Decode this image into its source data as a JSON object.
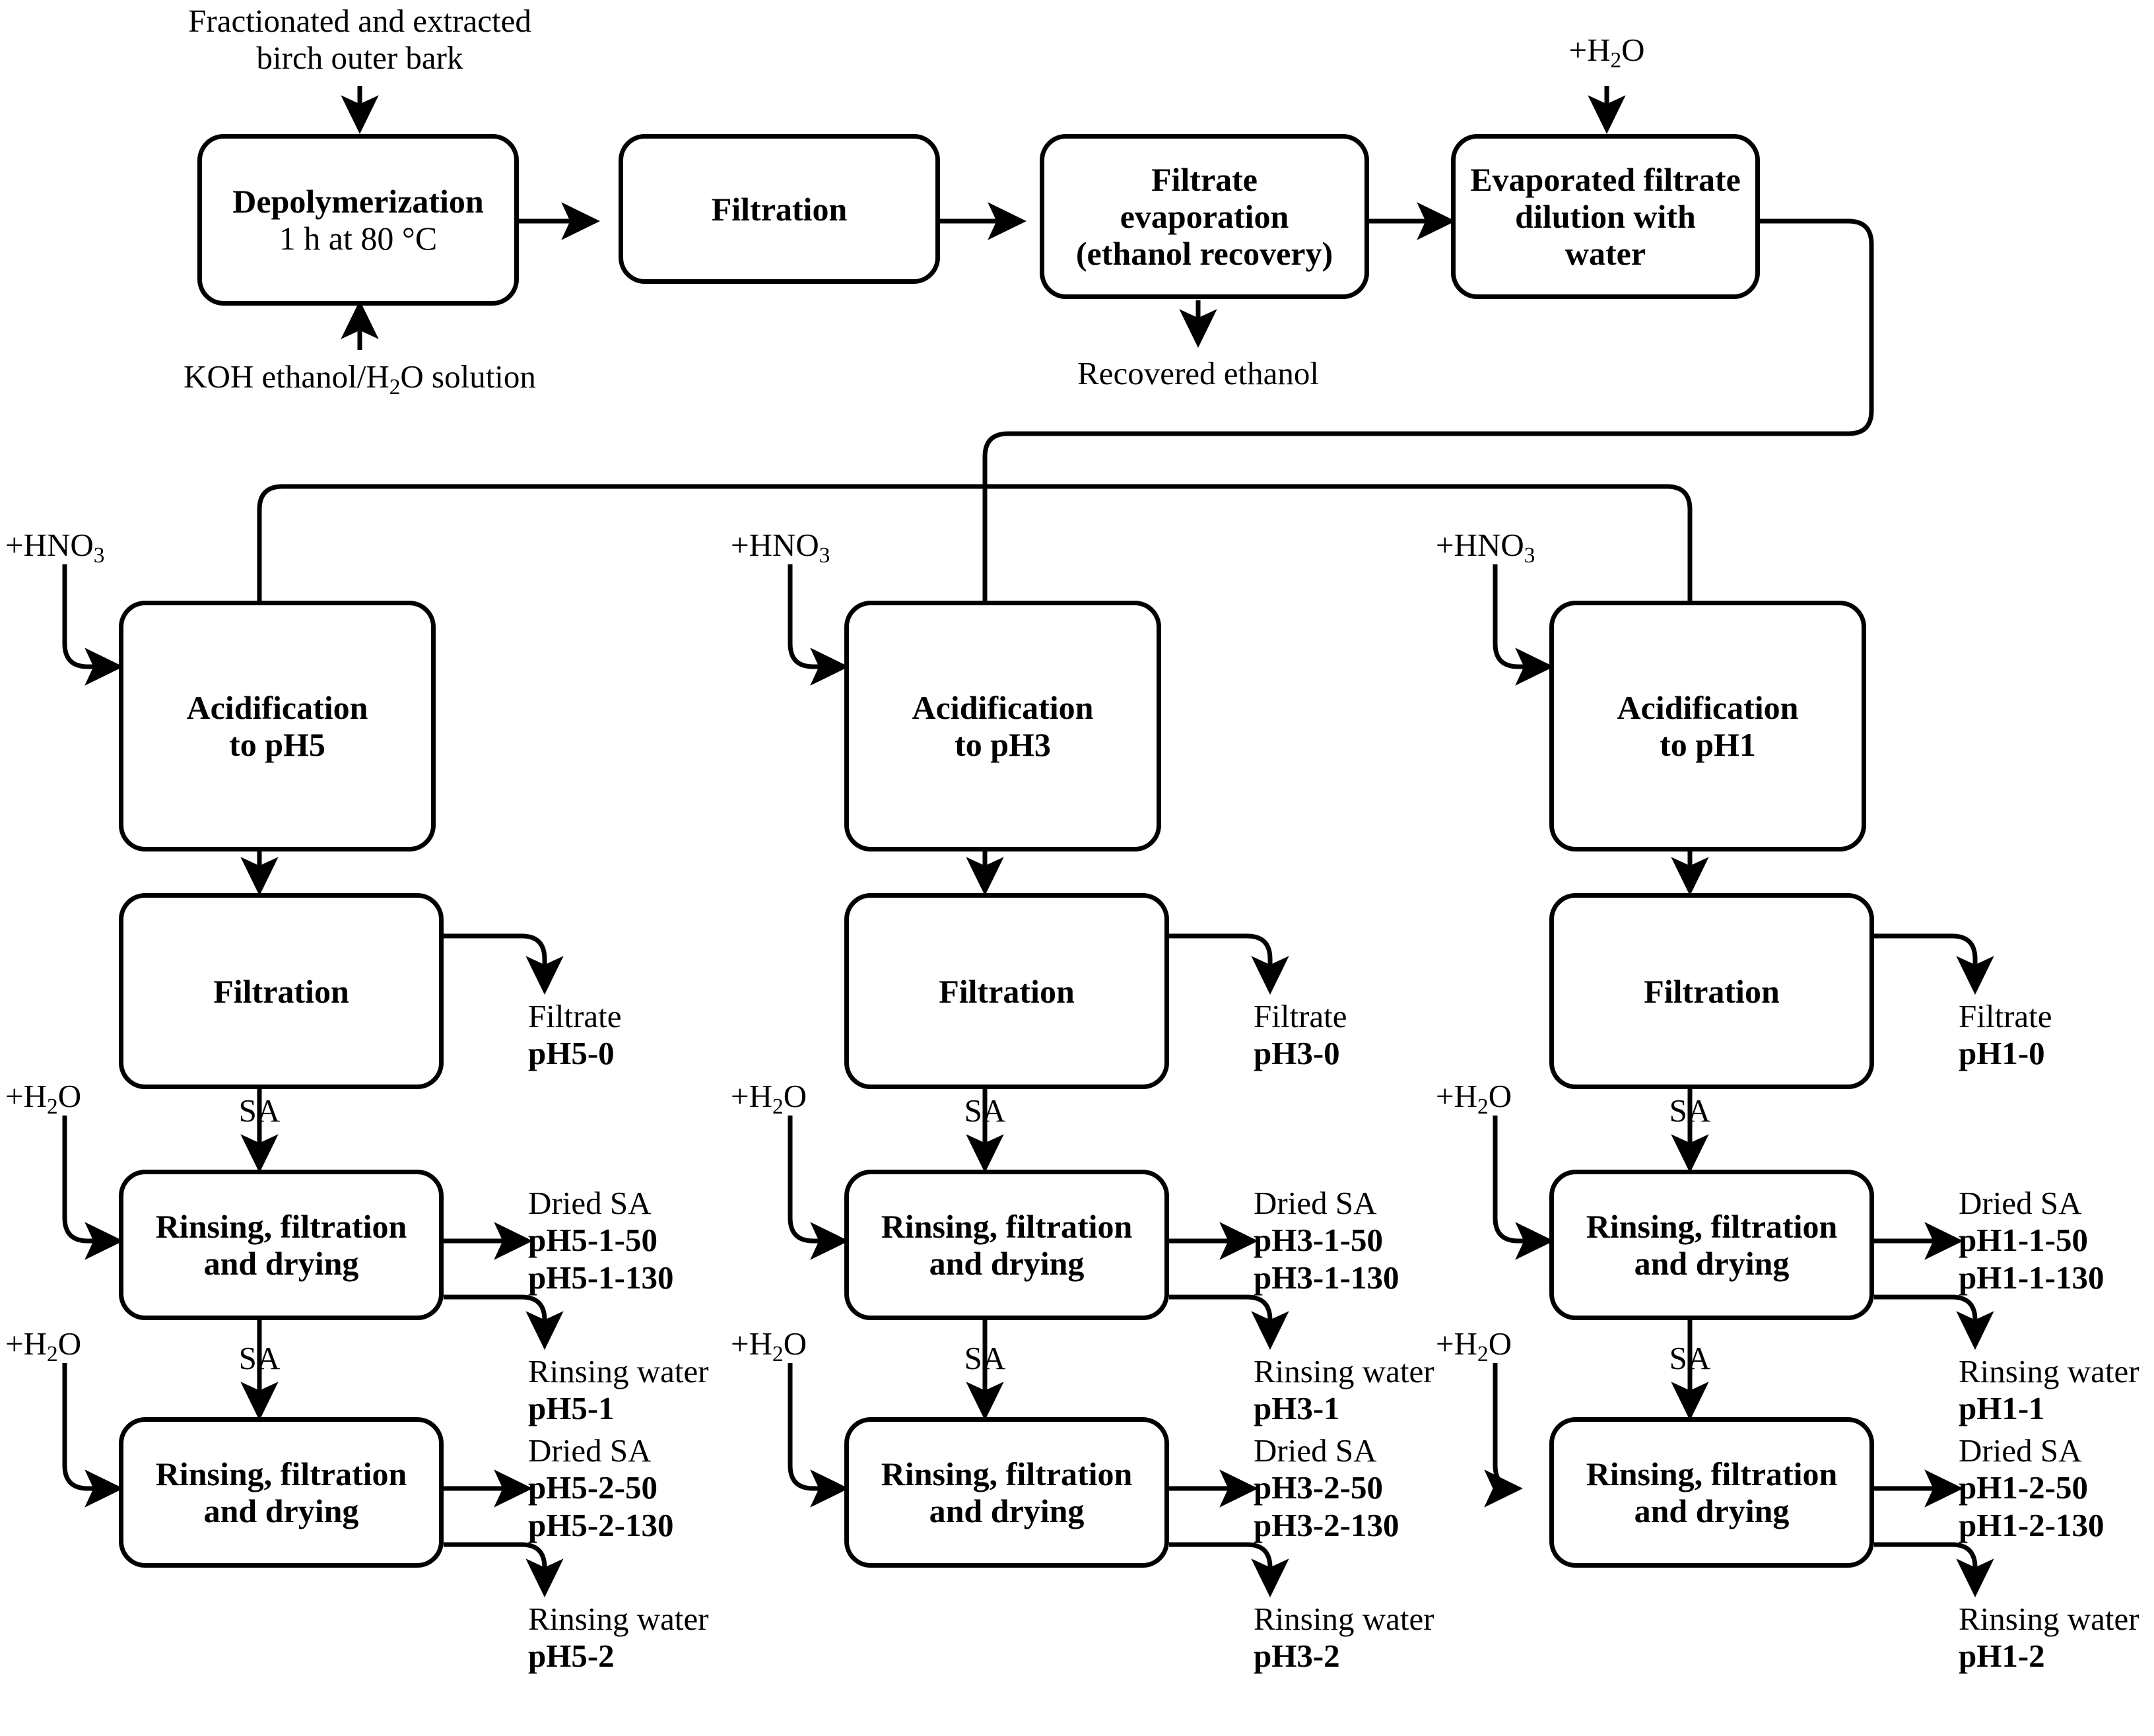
{
  "diagram": {
    "title": "Birch outer bark depolymerization and suberinic acid isolation process flow",
    "line_color": "#000000",
    "background": "#ffffff"
  },
  "top_row": {
    "input_feed_label": "Fractionated and extracted birch outer bark",
    "input_feed_line1": "Fractionated and extracted",
    "input_feed_line2": "birch outer bark",
    "reagent_label": "KOH ethanol/H2O solution",
    "reagent_prefix": "KOH ethanol/H",
    "reagent_sub": "2",
    "reagent_suffix": "O solution",
    "water_prefix": "+H",
    "water_sub": "2",
    "water_suffix": "O",
    "water_label": "+H2O",
    "boxes": [
      {
        "name": "depolymerization",
        "line1": "Depolymerization",
        "line2": "1 h at 80 °C"
      },
      {
        "name": "filtration",
        "line1": "Filtration"
      },
      {
        "name": "filtrate-evaporation",
        "line1": "Filtrate",
        "line2": "evaporation",
        "line3": "(ethanol recovery)"
      },
      {
        "name": "evaporated-filtrate-dilution",
        "line1": "Evaporated filtrate",
        "line2": "dilution with",
        "line3": "water"
      }
    ],
    "recovered_ethanol": "Recovered ethanol"
  },
  "common": {
    "acid_prefix": "+HNO",
    "acid_sub": "3",
    "acid_label": "+HNO3",
    "water_prefix": "+H",
    "water_sub": "2",
    "water_suffix": "O",
    "water_label": "+H2O",
    "sa_label": "SA",
    "filtration_label": "Filtration",
    "rinsing_line1": "Rinsing, filtration",
    "rinsing_line2": "and drying",
    "filtrate_caption": "Filtrate",
    "dried_sa_caption": "Dried SA",
    "rinsing_water_caption": "Rinsing water"
  },
  "columns": [
    {
      "id": "ph5",
      "acidification_line1": "Acidification",
      "acidification_line2": "to pH5",
      "filtrate_code": "pH5-0",
      "stage1": {
        "dried_sa_codes": [
          "pH5-1-50",
          "pH5-1-130"
        ],
        "rinsing_water_code": "pH5-1"
      },
      "stage2": {
        "dried_sa_codes": [
          "pH5-2-50",
          "pH5-2-130"
        ],
        "rinsing_water_code": "pH5-2"
      }
    },
    {
      "id": "ph3",
      "acidification_line1": "Acidification",
      "acidification_line2": "to pH3",
      "filtrate_code": "pH3-0",
      "stage1": {
        "dried_sa_codes": [
          "pH3-1-50",
          "pH3-1-130"
        ],
        "rinsing_water_code": "pH3-1"
      },
      "stage2": {
        "dried_sa_codes": [
          "pH3-2-50",
          "pH3-2-130"
        ],
        "rinsing_water_code": "pH3-2"
      }
    },
    {
      "id": "ph1",
      "acidification_line1": "Acidification",
      "acidification_line2": "to pH1",
      "filtrate_code": "pH1-0",
      "stage1": {
        "dried_sa_codes": [
          "pH1-1-50",
          "pH1-1-130"
        ],
        "rinsing_water_code": "pH1-1"
      },
      "stage2": {
        "dried_sa_codes": [
          "pH1-2-50",
          "pH1-2-130"
        ],
        "rinsing_water_code": "pH1-2"
      }
    }
  ]
}
